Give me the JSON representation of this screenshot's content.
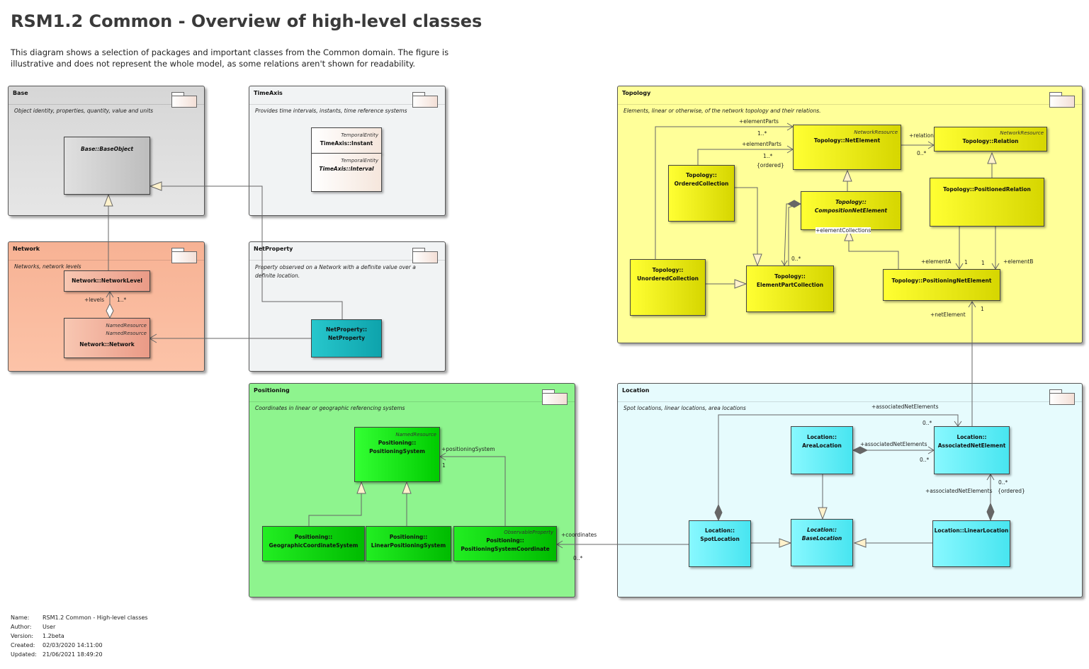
{
  "title": "RSM1.2 Common - Overview of high-level classes",
  "description": "This diagram shows a selection of packages and important classes from the Common domain. The figure is illustrative and does not represent the whole model, as some relations aren't shown for readability.",
  "packages": {
    "base": {
      "title": "Base",
      "desc": "Object identity, properties, quantity, value and units",
      "color": "#d9d9d9"
    },
    "timeaxis": {
      "title": "TimeAxis",
      "desc": "Provides time intervals, instants, time reference systems",
      "color": "#f2f4f5"
    },
    "network": {
      "title": "Network",
      "desc": "Networks, network levels",
      "color": "#f9b898"
    },
    "netproperty": {
      "title": "NetProperty",
      "desc_line1": "Property observed on a Network with a definite value over a",
      "desc_line2": "definite location.",
      "color": "#f2f4f5"
    },
    "topology": {
      "title": "Topology",
      "desc": "Elements, linear or otherwise, of the network topology and their relations.",
      "color": "#ffff99"
    },
    "positioning": {
      "title": "Positioning",
      "desc": "Coordinates in linear or geographic referencing systems",
      "color": "#8ff58f"
    },
    "location": {
      "title": "Location",
      "desc": "Spot locations, linear locations, area locations",
      "color": "#e6fbfd"
    }
  },
  "classes": {
    "base_object": {
      "name": "Base::BaseObject"
    },
    "ta_instant": {
      "stereotype": "TemporalEntity",
      "name": "TimeAxis::Instant"
    },
    "ta_interval": {
      "stereotype": "TemporalEntity",
      "name": "TimeAxis::Interval"
    },
    "net_level": {
      "name": "Network::NetworkLevel"
    },
    "net_network": {
      "stereotype1": "NamedResource",
      "stereotype2": "NamedResource",
      "name": "Network::Network"
    },
    "netprop": {
      "name1": "NetProperty::",
      "name2": "NetProperty"
    },
    "topo_netelement": {
      "stereotype": "NetworkResource",
      "name": "Topology::NetElement"
    },
    "topo_relation": {
      "stereotype": "NetworkResource",
      "name": "Topology::Relation"
    },
    "topo_ordered": {
      "name1": "Topology::",
      "name2": "OrderedCollection"
    },
    "topo_composition": {
      "name1": "Topology::",
      "name2": "CompositionNetElement"
    },
    "topo_posrelation": {
      "name": "Topology::PositionedRelation"
    },
    "topo_unordered": {
      "name1": "Topology::",
      "name2": "UnorderedCollection"
    },
    "topo_elempart": {
      "name1": "Topology::",
      "name2": "ElementPartCollection"
    },
    "topo_posnetelement": {
      "name": "Topology::PositioningNetElement"
    },
    "pos_system": {
      "stereotype": "NamedResource",
      "name1": "Positioning::",
      "name2": "PositioningSystem"
    },
    "pos_geo": {
      "name1": "Positioning::",
      "name2": "GeographicCoordinateSystem"
    },
    "pos_linear": {
      "name1": "Positioning::",
      "name2": "LinearPositioningSystem"
    },
    "pos_coord": {
      "stereotype": "ObservableProperty",
      "name1": "Positioning::",
      "name2": "PositioningSystemCoordinate"
    },
    "loc_area": {
      "name1": "Location::",
      "name2": "AreaLocation"
    },
    "loc_assoc": {
      "name1": "Location::",
      "name2": "AssociatedNetElement"
    },
    "loc_spot": {
      "name1": "Location::",
      "name2": "SpotLocation"
    },
    "loc_base": {
      "name1": "Location::",
      "name2": "BaseLocation"
    },
    "loc_linear": {
      "name": "Location::LinearLocation"
    }
  },
  "labels": {
    "levels": "+levels",
    "levels_mult": "1..*",
    "elementParts1": "+elementParts",
    "elementParts1_mult": "1..*",
    "elementParts2": "+elementParts",
    "elementParts2_mult": "1..*",
    "ordered": "{ordered}",
    "relation": "+relation",
    "relation_mult": "0..*",
    "elementCollections": "+elementCollections",
    "comp_mult": "0..*",
    "elementA": "+elementA",
    "elementA_mult": "1",
    "elementB": "+elementB",
    "elementB_mult": "1",
    "netElement": "+netElement",
    "netElement_mult": "1",
    "positioningSystem": "+positioningSystem",
    "positioningSystem_mult": "1",
    "coordinates": "+coordinates",
    "coordinates_mult": "0..*",
    "assocNE_top": "+associatedNetElements",
    "assocNE_top_mult": "0..*",
    "assocNE_area": "+associatedNetElements",
    "assocNE_area_mult": "0..*",
    "assocNE_linear": "+associatedNetElements",
    "assocNE_linear_mult": "0..*",
    "ordered2": "{ordered}"
  },
  "meta": {
    "name_label": "Name:",
    "name": "RSM1.2 Common - High-level classes",
    "author_label": "Author:",
    "author": "User",
    "version_label": "Version:",
    "version": "1.2beta",
    "created_label": "Created:",
    "created": "02/03/2020 14:11:00",
    "updated_label": "Updated:",
    "updated": "21/06/2021 18:49:20"
  }
}
